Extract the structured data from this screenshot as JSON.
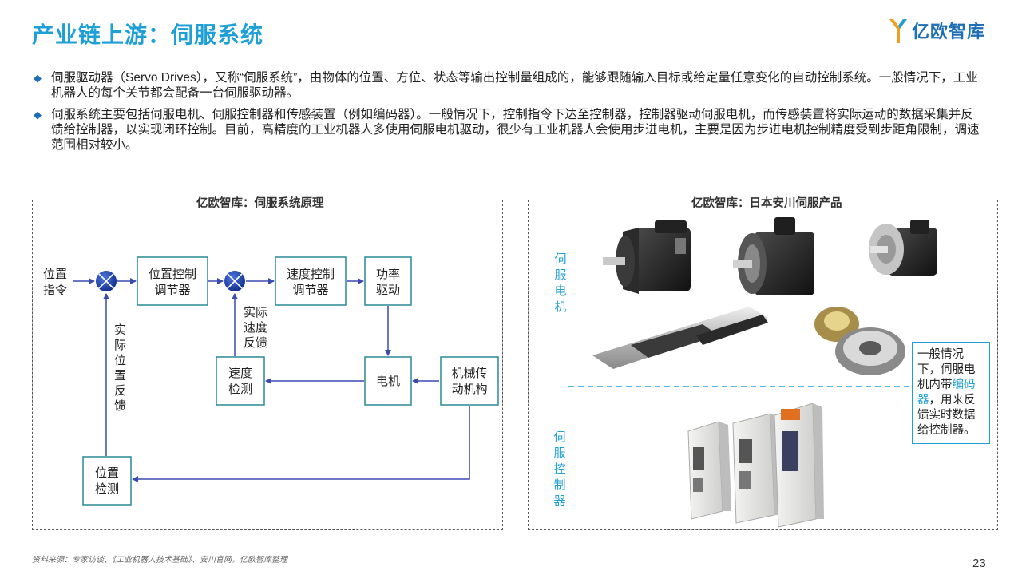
{
  "header": {
    "title": "产业链上游：伺服系统",
    "logo_text": "亿欧智库"
  },
  "bullets": [
    "伺服驱动器（Servo Drives），又称“伺服系统”，由物体的位置、方位、状态等输出控制量组成的，能够跟随输入目标或给定量任意变化的自动控制系统。一般情况下，工业机器人的每个关节都会配备一台伺服驱动器。",
    "伺服系统主要包括伺服电机、伺服控制器和传感装置（例如编码器）。一般情况下，控制指令下达至控制器，控制器驱动伺服电机，而传感装置将实际运动的数据采集并反馈给控制器，以实现闭环控制。目前，高精度的工业机器人多使用伺服电机驱动，很少有工业机器人会使用步进电机，主要是因为步进电机控制精度受到步距角限制，调速范围相对较小。"
  ],
  "left_panel": {
    "title": "亿欧智库：伺服系统原理",
    "diagram": {
      "input_label_1": "位置",
      "input_label_2": "指令",
      "pos_ctrl_1": "位置控制",
      "pos_ctrl_2": "调节器",
      "speed_ctrl_1": "速度控制",
      "speed_ctrl_2": "调节器",
      "power_1": "功率",
      "power_2": "驱动",
      "motor": "电机",
      "mech_1": "机械传",
      "mech_2": "动机构",
      "speed_det_1": "速度",
      "speed_det_2": "检测",
      "pos_det_1": "位置",
      "pos_det_2": "检测",
      "fb_speed": [
        "实际",
        "速度",
        "反馈"
      ],
      "fb_pos": [
        "实",
        "际",
        "位",
        "置",
        "反",
        "馈"
      ]
    }
  },
  "right_panel": {
    "title": "亿欧智库：日本安川伺服产品",
    "label_motor": "伺服电机",
    "label_controller": "伺服控制器",
    "note_prefix": "一般情况下，伺服电机内带",
    "note_highlight": "编码器",
    "note_suffix": "，用来反馈实时数据给控制器。"
  },
  "footer": {
    "source": "资料来源：专家访谈、《工业机器人技术基础》、安川官网，亿欧智库整理",
    "page": "23"
  },
  "colors": {
    "accent": "#1e9fd6",
    "box_border": "#2a8a95",
    "arrow": "#3a4ab0",
    "junction": "#1a3fae"
  }
}
